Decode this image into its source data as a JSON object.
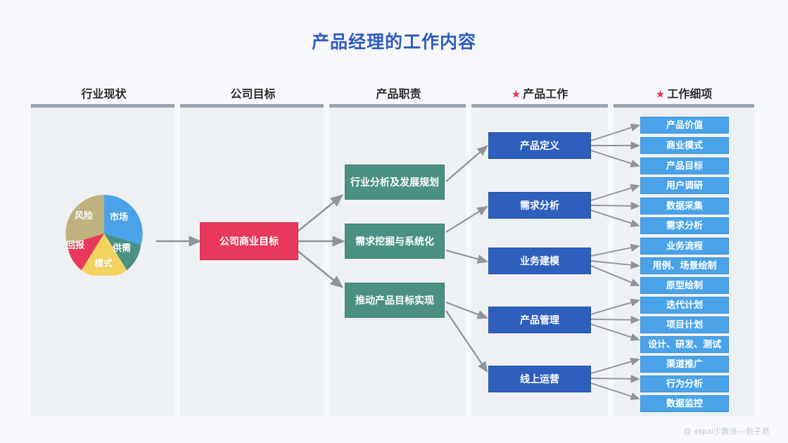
{
  "page": {
    "title": "产品经理的工作内容",
    "title_color": "#2f5bbf",
    "background": "#f7f8fc",
    "watermark": "@ sspai少数派—包子君"
  },
  "columns": [
    {
      "id": "industry",
      "label": "行业现状",
      "starred": false,
      "star": ""
    },
    {
      "id": "company",
      "label": "公司目标",
      "starred": false,
      "star": ""
    },
    {
      "id": "duty",
      "label": "产品职责",
      "starred": false,
      "star": ""
    },
    {
      "id": "work",
      "label": "产品工作",
      "starred": true,
      "star": "★"
    },
    {
      "id": "detail",
      "label": "工作细项",
      "starred": true,
      "star": "★"
    }
  ],
  "pie": {
    "name": "industry-status-pie",
    "slices": [
      {
        "label": "市场",
        "color": "#4aa3e8",
        "percent": 20
      },
      {
        "label": "供需",
        "color": "#4a9184",
        "percent": 20
      },
      {
        "label": "模式",
        "color": "#f4d35e",
        "percent": 20
      },
      {
        "label": "回报",
        "color": "#e8395c",
        "percent": 20
      },
      {
        "label": "风险",
        "color": "#bfb27e",
        "percent": 20
      }
    ]
  },
  "goal": {
    "label": "公司商业目标",
    "color": "#e8395c"
  },
  "duties": [
    {
      "label": "行业分析及发展规划"
    },
    {
      "label": "需求挖掘与系统化"
    },
    {
      "label": "推动产品目标实现"
    }
  ],
  "works": [
    {
      "label": "产品定义"
    },
    {
      "label": "需求分析"
    },
    {
      "label": "业务建模"
    },
    {
      "label": "产品管理"
    },
    {
      "label": "线上运营"
    }
  ],
  "details": [
    {
      "label": "产品价值"
    },
    {
      "label": "商业模式"
    },
    {
      "label": "产品目标"
    },
    {
      "label": "用户调研"
    },
    {
      "label": "数据采集"
    },
    {
      "label": "需求分析"
    },
    {
      "label": "业务流程"
    },
    {
      "label": "用例、场景绘制"
    },
    {
      "label": "原型绘制"
    },
    {
      "label": "迭代计划"
    },
    {
      "label": "项目计划"
    },
    {
      "label": "设计、研发、测试"
    },
    {
      "label": "渠道推广"
    },
    {
      "label": "行为分析"
    },
    {
      "label": "数据监控"
    }
  ],
  "colors": {
    "panel_bg": "#edf1f3",
    "panel_top_bar": "#9aa3ad",
    "arrow": "#8f9499",
    "duty_box": "#4a9184",
    "work_box": "#2e5fbd",
    "detail_box": "#4aa3e8",
    "star": "#e8344e"
  }
}
